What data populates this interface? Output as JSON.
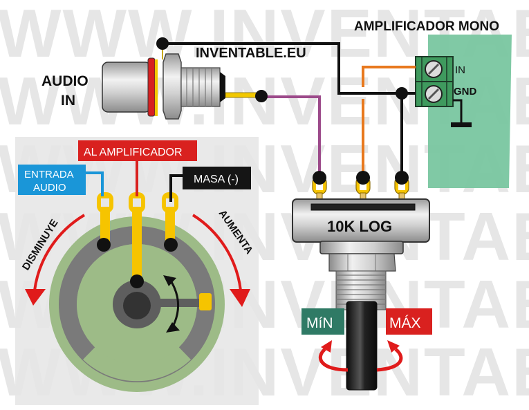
{
  "watermark": {
    "text": "WWW.INVENTABLE.EU",
    "color": "#e6e6e6"
  },
  "labels": {
    "audio_in_line1": "AUDIO",
    "audio_in_line2": "IN",
    "brand": "INVENTABLE.EU",
    "amplifier_title": "AMPLIFICADOR MONO",
    "terminal_in": "IN",
    "terminal_gnd": "GND",
    "pot_value": "10K LOG",
    "min": "MíN",
    "max": "MÁX",
    "al_amplificador": "AL AMPLIFICADOR",
    "entrada_line1": "ENTRADA",
    "entrada_line2": "AUDIO",
    "masa": "MASA (-)",
    "disminuye": "DISMINUYE",
    "aumenta": "AUMENTA"
  },
  "colors": {
    "wire_signal": "#9c4a8a",
    "wire_output": "#e8791e",
    "wire_ground": "#111111",
    "amp_board": "#79c6a0",
    "terminal_block": "#3f9a5e",
    "pot_lug": "#f6c400",
    "tag_red": "#d9211f",
    "tag_blue": "#1a96d8",
    "tag_black": "#151515",
    "tag_green": "#2f7a65",
    "arrow_red": "#e01b1b",
    "inset_bg": "#e6e6e6",
    "track_green": "#9dbb87",
    "track_gray": "#7a7a7a"
  }
}
